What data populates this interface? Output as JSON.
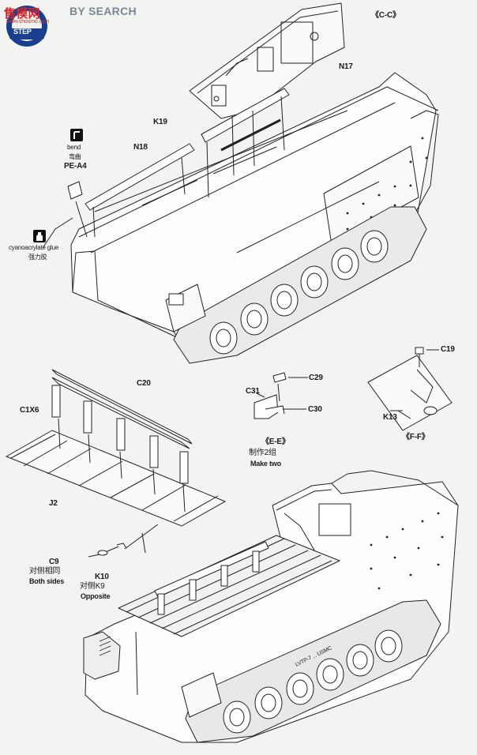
{
  "watermark": {
    "site_name_cn": "售模网",
    "site_name_en": "BY SEARCH",
    "site_url": "www.shoumo.com",
    "step_word": "STEP",
    "colors": {
      "badge": "#1b3f8f",
      "site_cn": "#d7272a",
      "url": "#c0392b"
    }
  },
  "step_top": {
    "section_cc": "《C-C》",
    "n17": "N17",
    "k19": "K19",
    "n18": "N18",
    "pe_bend_icon": "bend-icon",
    "pe_bend_en": "bend",
    "pe_bend_cn": "弯曲",
    "pe_a4": "PE-A4",
    "glue_icon": "glue-bottle-icon",
    "glue_en": "cyanoacrylate glue",
    "glue_cn": "强力胶"
  },
  "step_ee": {
    "c29": "C29",
    "c31": "C31",
    "c30": "C30",
    "section": "《E-E》",
    "make_two_cn": "制作2组",
    "make_two_en": "Make two"
  },
  "step_ff": {
    "c19": "C19",
    "k13": "K13",
    "section": "《F-F》"
  },
  "step_bottom": {
    "c20": "C20",
    "c1x6": "C1X6",
    "j2": "J2",
    "c9": "C9",
    "c9_cn": "对侧相同",
    "c9_en": "Both sides",
    "k10": "K10",
    "k10_cn": "对侧K9",
    "k10_en": "Opposite",
    "hull_marking": "LVTP-7 ... USMC"
  }
}
